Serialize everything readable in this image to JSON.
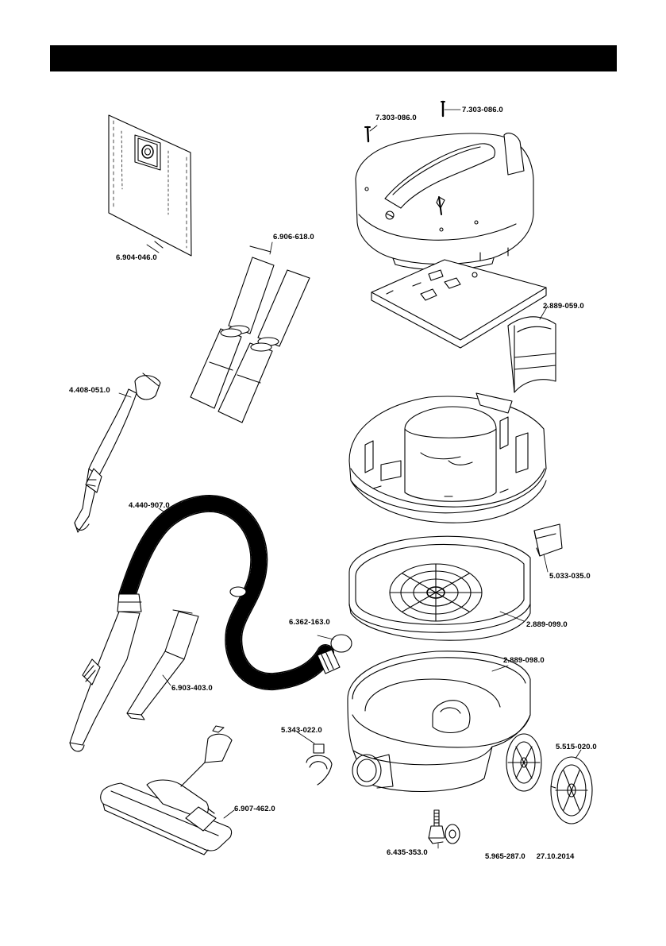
{
  "parts": [
    {
      "id": "screw-top-right",
      "number": "7.303-086.0"
    },
    {
      "id": "screw-top-left",
      "number": "7.303-086.0"
    },
    {
      "id": "filter-bag",
      "number": "6.904-046.0"
    },
    {
      "id": "cartridge-filter",
      "number": "6.906-618.0"
    },
    {
      "id": "flat-filter",
      "number": "2.889-059.0"
    },
    {
      "id": "handle-bend",
      "number": "4.408-051.0"
    },
    {
      "id": "suction-hose",
      "number": "4.440-907.0"
    },
    {
      "id": "clip",
      "number": "5.033-035.0"
    },
    {
      "id": "container-lid",
      "number": "2.889-099.0"
    },
    {
      "id": "plug",
      "number": "6.362-163.0"
    },
    {
      "id": "container",
      "number": "2.889-098.0"
    },
    {
      "id": "crevice-nozzle",
      "number": "6.903-403.0"
    },
    {
      "id": "hose-clamp",
      "number": "5.343-022.0"
    },
    {
      "id": "wheel",
      "number": "5.515-020.0"
    },
    {
      "id": "floor-nozzle",
      "number": "6.907-462.0"
    },
    {
      "id": "castor",
      "number": "6.435-353.0"
    }
  ],
  "footer": {
    "doc_number": "5.965-287.0",
    "date": "27.10.2014"
  }
}
